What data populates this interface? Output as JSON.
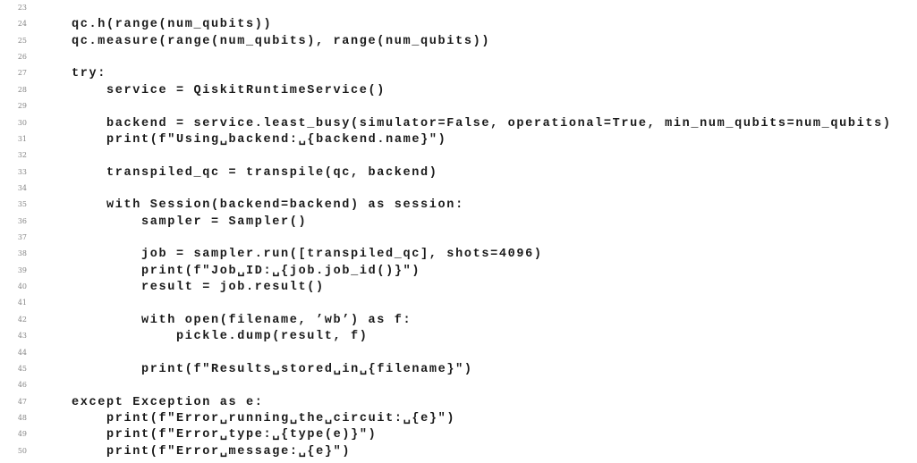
{
  "listing": {
    "lines": [
      {
        "n": "23",
        "code": ""
      },
      {
        "n": "24",
        "code": "    qc.h(range(num_qubits))"
      },
      {
        "n": "25",
        "code": "    qc.measure(range(num_qubits), range(num_qubits))"
      },
      {
        "n": "26",
        "code": ""
      },
      {
        "n": "27",
        "code": "    try:"
      },
      {
        "n": "28",
        "code": "        service = QiskitRuntimeService()"
      },
      {
        "n": "29",
        "code": ""
      },
      {
        "n": "30",
        "code": "        backend = service.least_busy(simulator=False, operational=True, min_num_qubits=num_qubits)"
      },
      {
        "n": "31",
        "code": "        print(f\"Using␣backend:␣{backend.name}\")"
      },
      {
        "n": "32",
        "code": ""
      },
      {
        "n": "33",
        "code": "        transpiled_qc = transpile(qc, backend)"
      },
      {
        "n": "34",
        "code": ""
      },
      {
        "n": "35",
        "code": "        with Session(backend=backend) as session:"
      },
      {
        "n": "36",
        "code": "            sampler = Sampler()"
      },
      {
        "n": "37",
        "code": ""
      },
      {
        "n": "38",
        "code": "            job = sampler.run([transpiled_qc], shots=4096)"
      },
      {
        "n": "39",
        "code": "            print(f\"Job␣ID:␣{job.job_id()}\")"
      },
      {
        "n": "40",
        "code": "            result = job.result()"
      },
      {
        "n": "41",
        "code": ""
      },
      {
        "n": "42",
        "code": "            with open(filename, ’wb’) as f:"
      },
      {
        "n": "43",
        "code": "                pickle.dump(result, f)"
      },
      {
        "n": "44",
        "code": ""
      },
      {
        "n": "45",
        "code": "            print(f\"Results␣stored␣in␣{filename}\")"
      },
      {
        "n": "46",
        "code": ""
      },
      {
        "n": "47",
        "code": "    except Exception as e:"
      },
      {
        "n": "48",
        "code": "        print(f\"Error␣running␣the␣circuit:␣{e}\")"
      },
      {
        "n": "49",
        "code": "        print(f\"Error␣type:␣{type(e)}\")"
      },
      {
        "n": "50",
        "code": "        print(f\"Error␣message:␣{e}\")"
      }
    ]
  }
}
